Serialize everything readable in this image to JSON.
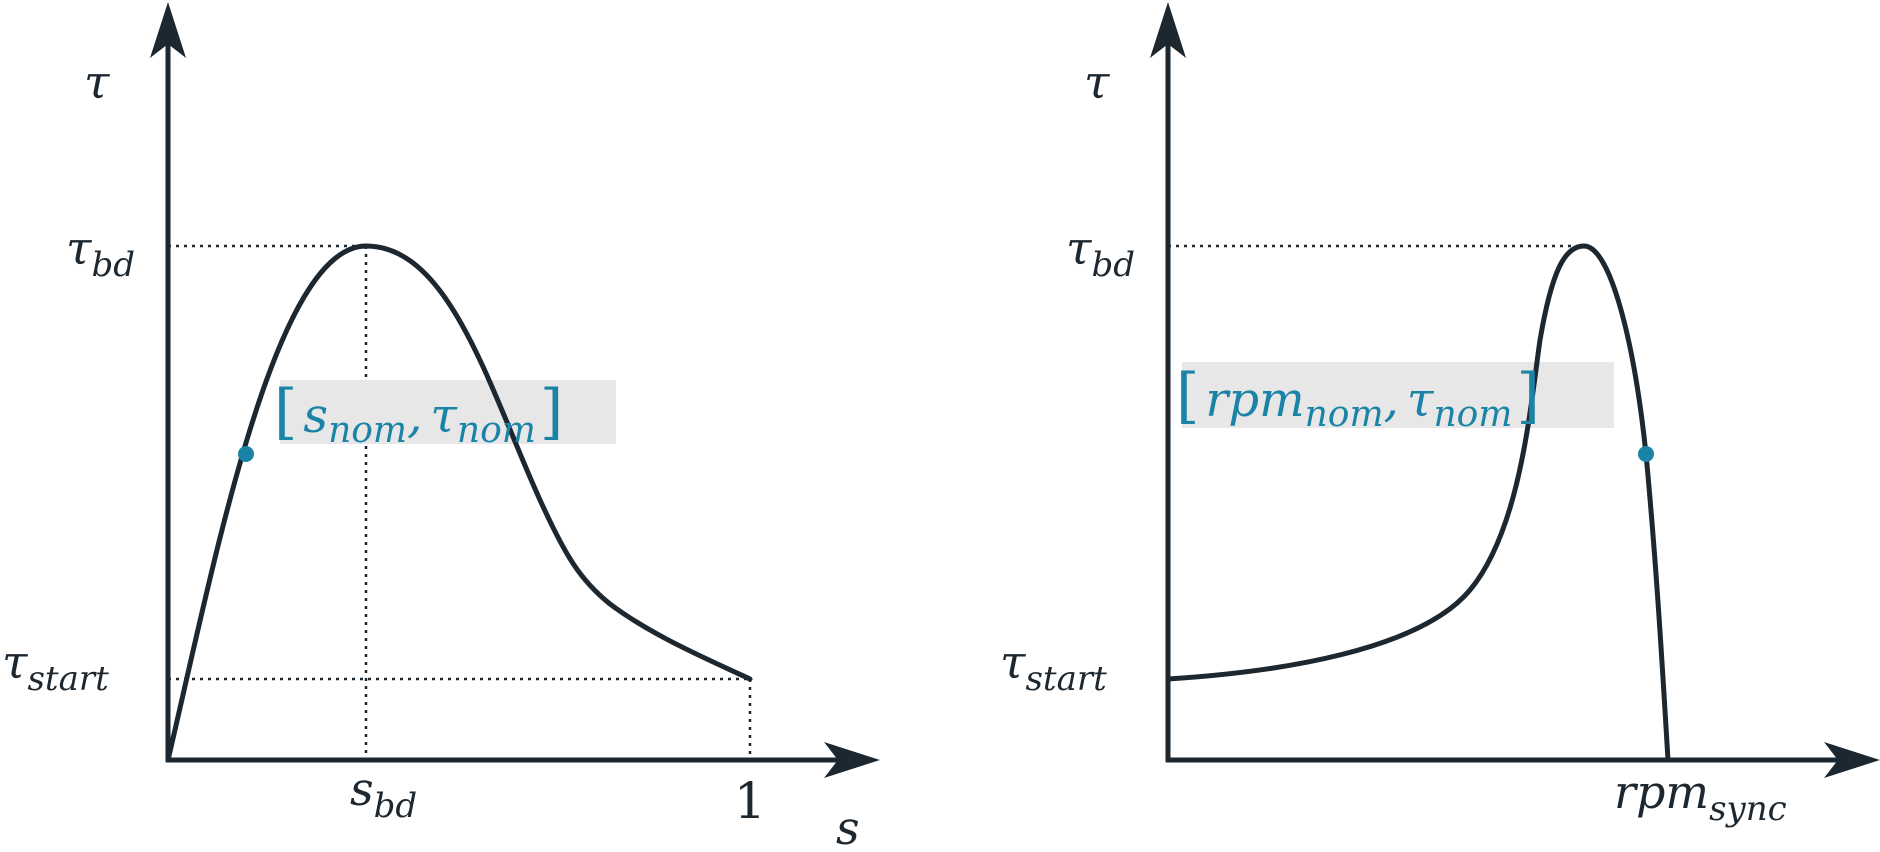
{
  "colors": {
    "ink": "#1d2730",
    "accent": "#1a83a6",
    "highlight_box": "#e7e7e7"
  },
  "left_panel": {
    "y_axis_label": "τ",
    "x_axis_label": "s",
    "y_ticks": {
      "breakdown": {
        "base": "τ",
        "sub": "bd"
      },
      "start": {
        "base": "τ",
        "sub": "start"
      }
    },
    "x_ticks": {
      "breakdown": {
        "base": "s",
        "sub": "bd"
      },
      "one": "1"
    },
    "nominal_label": {
      "open": "[",
      "first_base": "s",
      "first_sub": "nom",
      "comma": ",",
      "second_base": "τ",
      "second_sub": "nom",
      "close": "]"
    }
  },
  "right_panel": {
    "y_axis_label": "τ",
    "y_ticks": {
      "breakdown": {
        "base": "τ",
        "sub": "bd"
      },
      "start": {
        "base": "τ",
        "sub": "start"
      }
    },
    "x_ticks": {
      "sync": {
        "base": "rpm",
        "sub": "sync"
      }
    },
    "nominal_label": {
      "open": "[",
      "first_base": "rpm",
      "first_sub": "nom",
      "comma": ",",
      "second_base": "τ",
      "second_sub": "nom",
      "close": "]"
    }
  }
}
